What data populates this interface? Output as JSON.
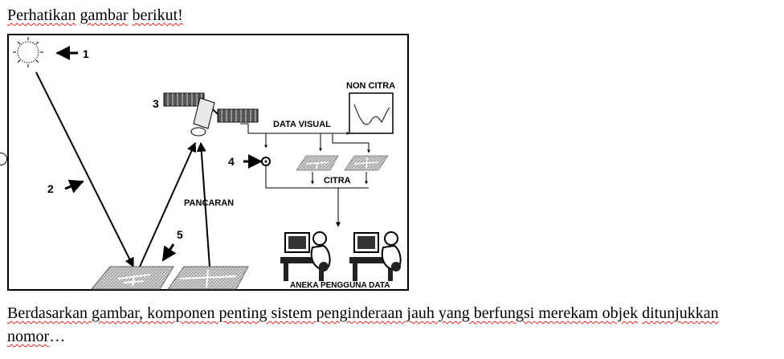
{
  "intro": {
    "words": [
      "Perhatikan",
      "gambar",
      "berikut!"
    ]
  },
  "diagram": {
    "labels": {
      "n1": "1",
      "n2": "2",
      "n3": "3",
      "n4": "4",
      "n5": "5",
      "non_citra": "NON CITRA",
      "data_visual": "DATA VISUAL",
      "citra": "CITRA",
      "pancaran": "PANCARAN",
      "aneka_pengguna": "ANEKA PENGGUNA DATA"
    },
    "icons": [
      "sun-icon",
      "satellite-icon",
      "graph-icon",
      "ground-station-icon",
      "computer-user-icon"
    ]
  },
  "question": {
    "segments": [
      {
        "t": "Berdasarkan gambar, komponen penting sistem penginderaan jauh yang berfungsi merekam objek",
        "sq": true
      },
      {
        "t": " ",
        "sq": false
      },
      {
        "t": "ditunjukkan nomor",
        "sq": true
      },
      {
        "t": "…",
        "sq": false
      }
    ]
  }
}
